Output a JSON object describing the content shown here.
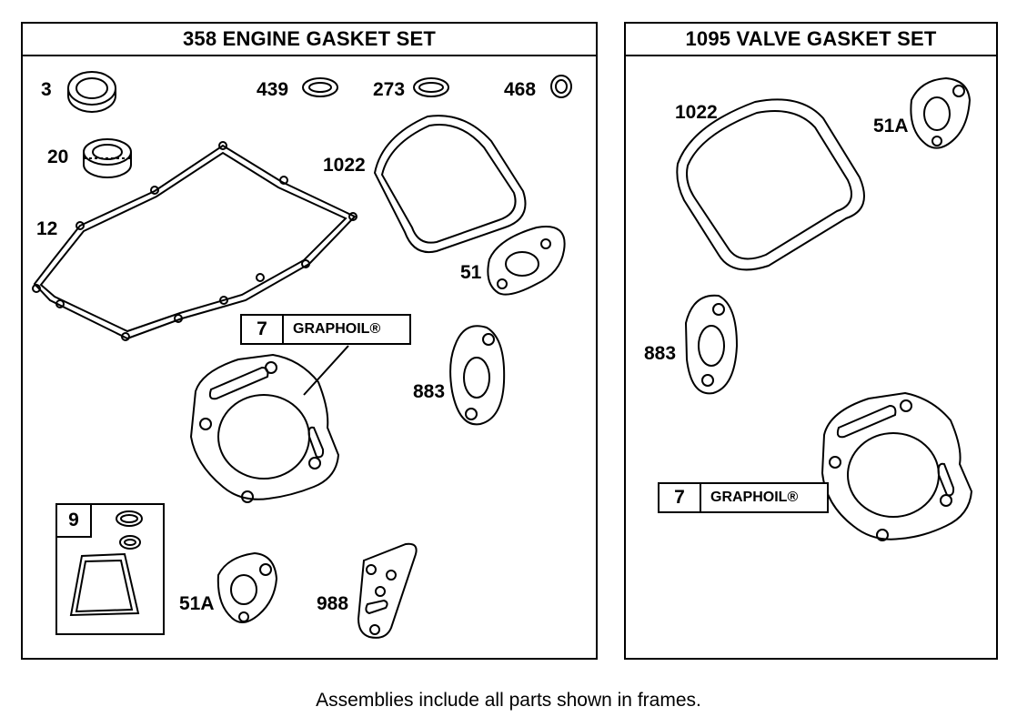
{
  "engine_set": {
    "title": "358  ENGINE GASKET SET",
    "labels": {
      "p3": "3",
      "p439": "439",
      "p273": "273",
      "p468": "468",
      "p20": "20",
      "p1022": "1022",
      "p12": "12",
      "p51": "51",
      "p883": "883",
      "p51a": "51A",
      "p988": "988"
    },
    "graphoil": {
      "number": "7",
      "text": "GRAPHOIL®"
    },
    "kit9": {
      "number": "9"
    }
  },
  "valve_set": {
    "title": "1095 VALVE GASKET SET",
    "labels": {
      "p1022": "1022",
      "p51a": "51A",
      "p883": "883"
    },
    "graphoil": {
      "number": "7",
      "text": "GRAPHOIL®"
    }
  },
  "caption": "Assemblies include all parts shown in frames."
}
